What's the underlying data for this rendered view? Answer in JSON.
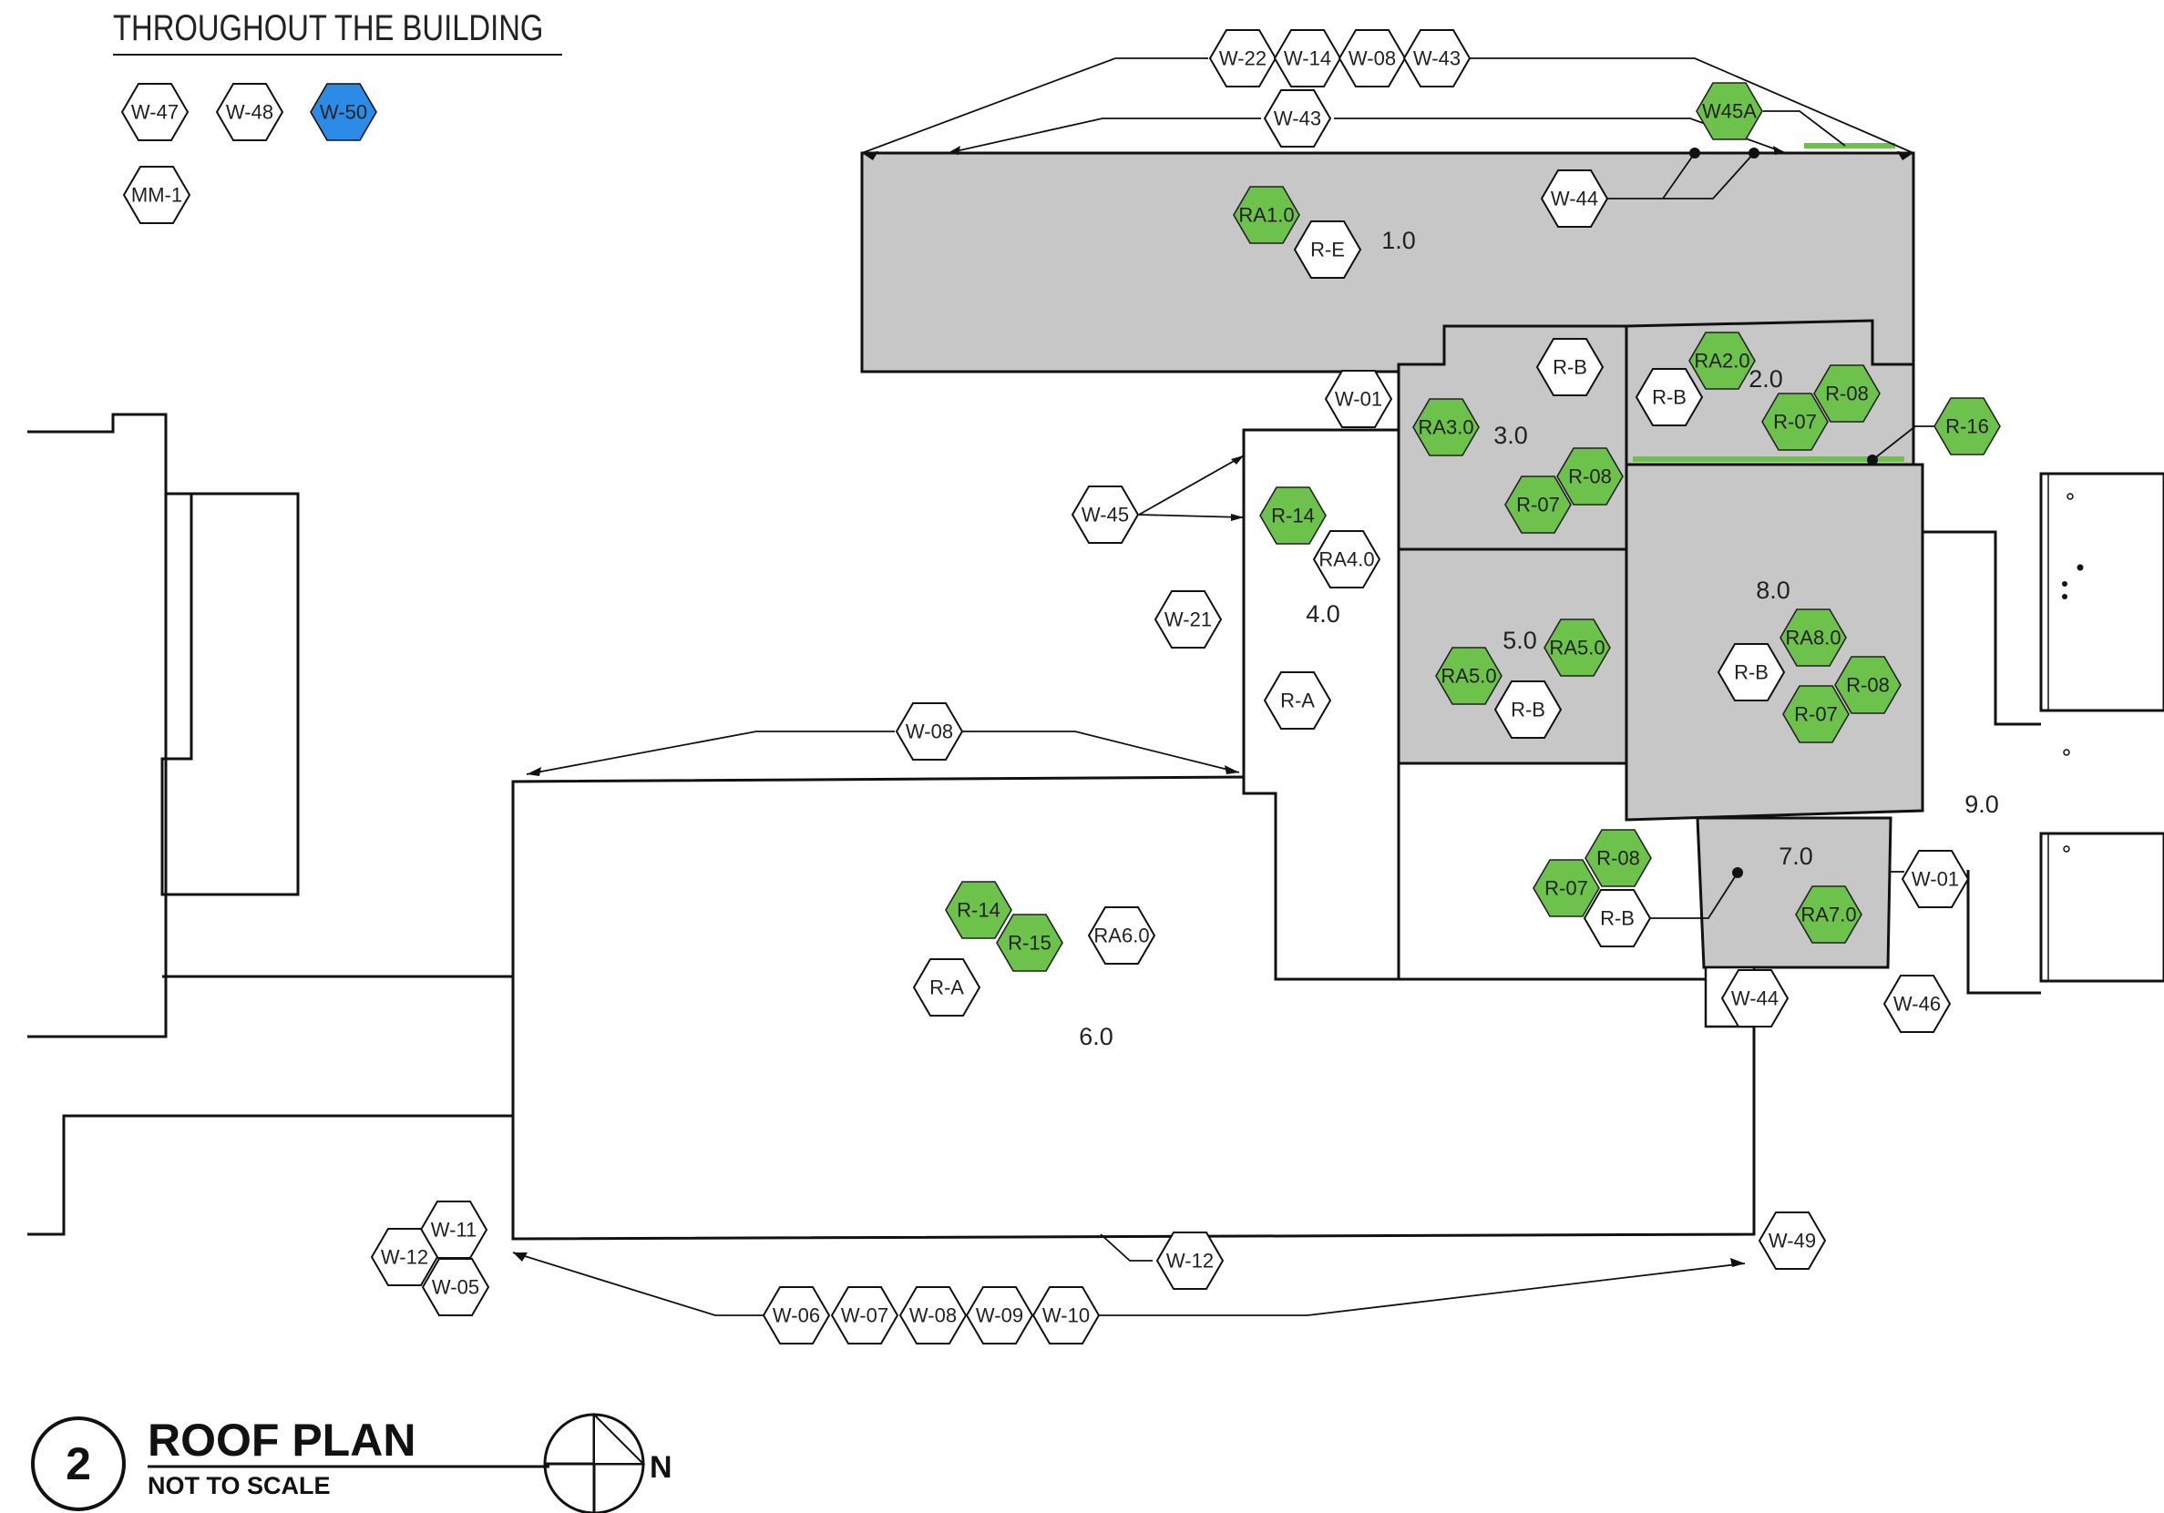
{
  "legend": {
    "heading": "THROUGHOUT THE BUILDING",
    "tags": [
      "W-47",
      "W-48",
      "W-50",
      "MM-1"
    ],
    "highlight_color": "#2b8be6"
  },
  "colors": {
    "roof_fill": "#c7c7c7",
    "green_tag": "#6cc24a",
    "blue_tag": "#2b8be6"
  },
  "zones": {
    "z1": "1.0",
    "z2": "2.0",
    "z3": "3.0",
    "z4": "4.0",
    "z5": "5.0",
    "z6": "6.0",
    "z7": "7.0",
    "z8": "8.0",
    "z9": "9.0"
  },
  "tags": {
    "top_group": [
      "W-22",
      "W-14",
      "W-08",
      "W-43"
    ],
    "top_w43": "W-43",
    "w45a": "W45A",
    "w44_top": "W-44",
    "ra1": "RA1.0",
    "re": "R-E",
    "rb_3": "R-B",
    "w01_top": "W-01",
    "ra3": "RA3.0",
    "r08_3": "R-08",
    "r07_3": "R-07",
    "rb_2": "R-B",
    "ra2": "RA2.0",
    "r08_2": "R-08",
    "r07_2": "R-07",
    "r16": "R-16",
    "w45": "W-45",
    "r14_4": "R-14",
    "ra4": "RA4.0",
    "w21": "W-21",
    "ra_4": "R-A",
    "ra5_a": "RA5.0",
    "ra5_b": "RA5.0",
    "rb_5": "R-B",
    "ra8": "RA8.0",
    "rb_8": "R-B",
    "r08_8": "R-08",
    "r07_8": "R-07",
    "w08_mid": "W-08",
    "r08_7": "R-08",
    "r07_7": "R-07",
    "rb_7": "R-B",
    "ra7": "RA7.0",
    "w01_right": "W-01",
    "w44_bot": "W-44",
    "w46": "W-46",
    "r14_6": "R-14",
    "r15_6": "R-15",
    "ra6": "RA6.0",
    "ra_6": "R-A",
    "w11": "W-11",
    "w12_left": "W-12",
    "w05": "W-05",
    "w12_bot": "W-12",
    "w49": "W-49",
    "bottom_group": [
      "W-06",
      "W-07",
      "W-08",
      "W-09",
      "W-10"
    ]
  },
  "title_block": {
    "number": "2",
    "title": "ROOF PLAN",
    "subtitle": "NOT TO SCALE",
    "north_label": "N"
  }
}
